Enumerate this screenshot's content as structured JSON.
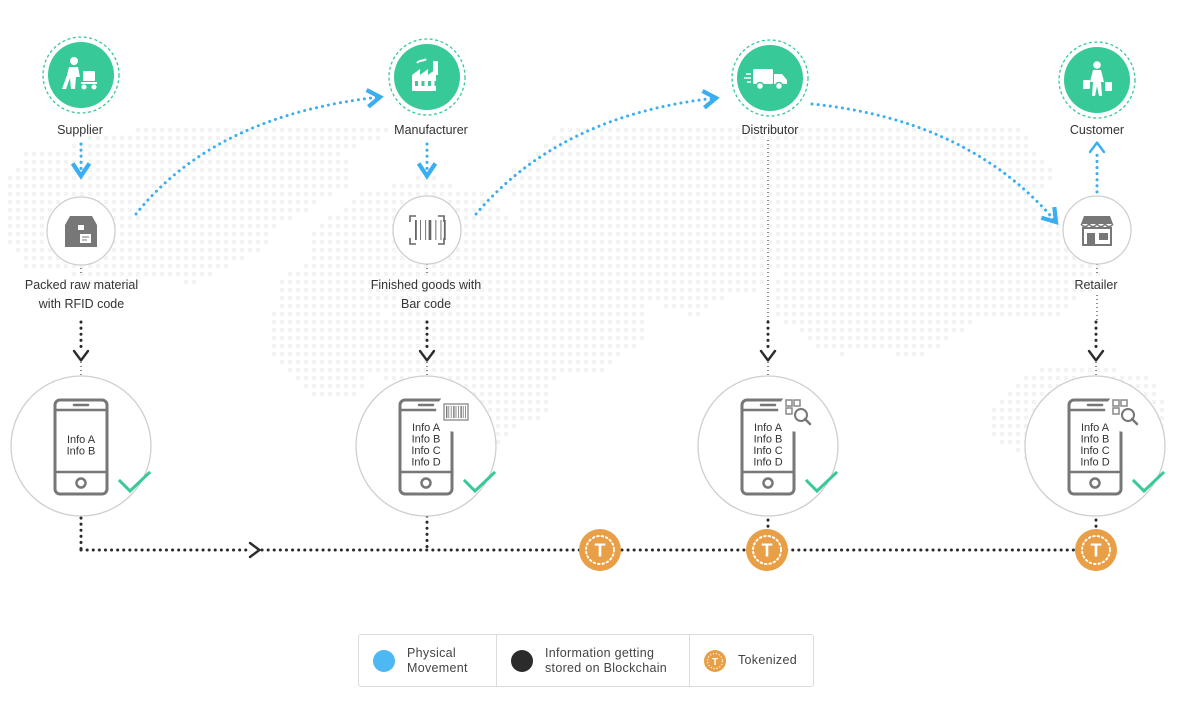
{
  "colors": {
    "actor": "#37c997",
    "physical": "#3aaef0",
    "blockchain": "#2b2b2b",
    "token": "#e89f45",
    "check": "#37c997",
    "map_dots": "#e9e9e9"
  },
  "actors": [
    {
      "label": "Supplier",
      "icon": "worker-trolley-icon"
    },
    {
      "label": "Manufacturer",
      "icon": "factory-icon"
    },
    {
      "label": "Distributor",
      "icon": "delivery-truck-icon"
    },
    {
      "label": "Customer",
      "icon": "shopper-bags-icon"
    }
  ],
  "items": [
    {
      "label_line1": "Packed raw material",
      "label_line2": "with RFID code",
      "icon": "package-rfid-icon"
    },
    {
      "label_line1": "Finished goods with",
      "label_line2": "Bar code",
      "icon": "barcode-icon"
    },
    {
      "label_line1": "Retailer",
      "label_line2": "",
      "icon": "storefront-icon"
    }
  ],
  "phones": [
    {
      "info": [
        "Info A",
        "Info B"
      ],
      "badge": "",
      "verified": true
    },
    {
      "info": [
        "Info A",
        "Info B",
        "Info C",
        "Info D"
      ],
      "badge": "barcode-badge-icon",
      "verified": true
    },
    {
      "info": [
        "Info A",
        "Info B",
        "Info C",
        "Info D"
      ],
      "badge": "qr-search-icon",
      "verified": true
    },
    {
      "info": [
        "Info A",
        "Info B",
        "Info C",
        "Info D"
      ],
      "badge": "qr-search-icon",
      "verified": true
    }
  ],
  "token_symbol": "T",
  "legend": [
    {
      "label": "Physical\nMovement",
      "kind": "physical"
    },
    {
      "label": "Information getting\nstored on Blockchain",
      "kind": "blockchain"
    },
    {
      "label": "Tokenized",
      "kind": "token"
    }
  ]
}
